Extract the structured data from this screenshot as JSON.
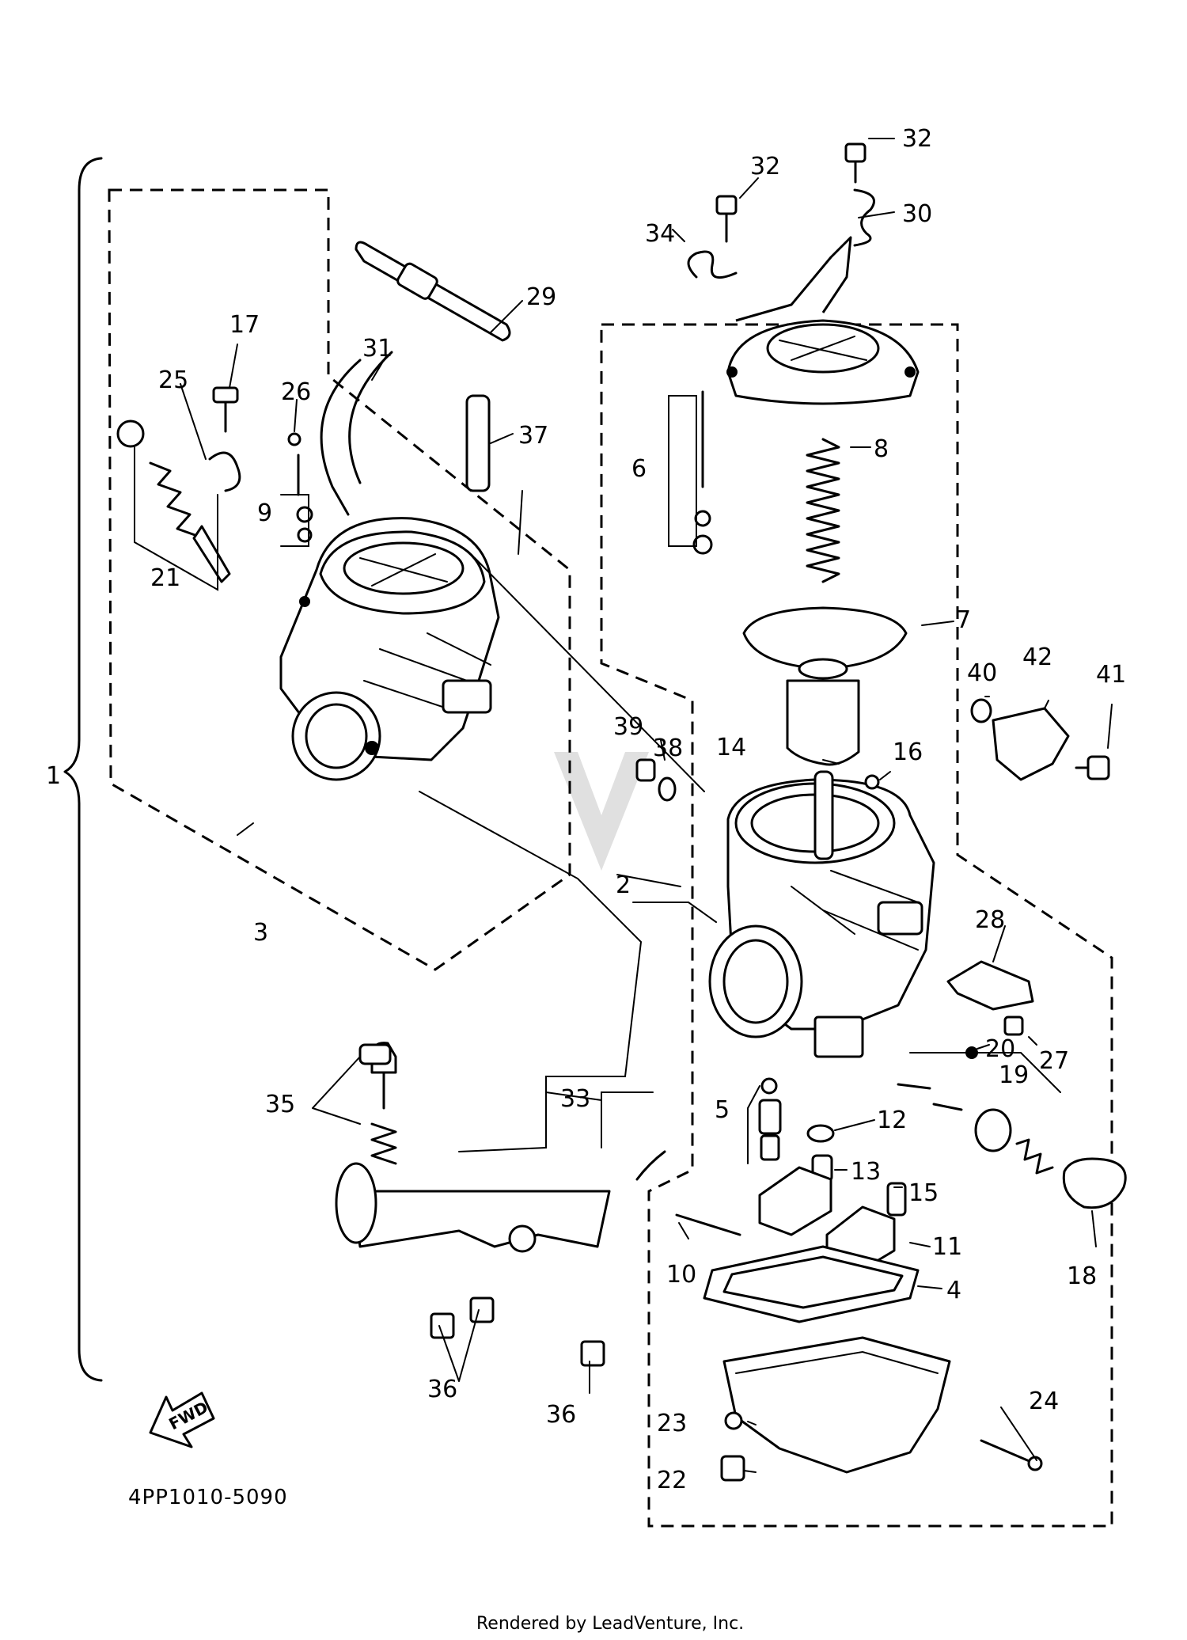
{
  "diagram": {
    "code": "4PP1010-5090",
    "fwd_label": "FWD",
    "footer": "Rendered by LeadVenture, Inc.",
    "part_labels": {
      "p1": "1",
      "p2": "2",
      "p3": "3",
      "p4": "4",
      "p5": "5",
      "p6": "6",
      "p7": "7",
      "p8": "8",
      "p9": "9",
      "p10": "10",
      "p11": "11",
      "p12": "12",
      "p13": "13",
      "p14": "14",
      "p15": "15",
      "p16": "16",
      "p17": "17",
      "p18": "18",
      "p19": "19",
      "p20": "20",
      "p21": "21",
      "p22": "22",
      "p23": "23",
      "p24": "24",
      "p25": "25",
      "p26": "26",
      "p27": "27",
      "p28": "28",
      "p29": "29",
      "p30": "30",
      "p31": "31",
      "p32a": "32",
      "p32b": "32",
      "p33": "33",
      "p34": "34",
      "p35": "35",
      "p36a": "36",
      "p36b": "36",
      "p37": "37",
      "p38": "38",
      "p39": "39",
      "p40": "40",
      "p41": "41",
      "p42": "42"
    }
  }
}
